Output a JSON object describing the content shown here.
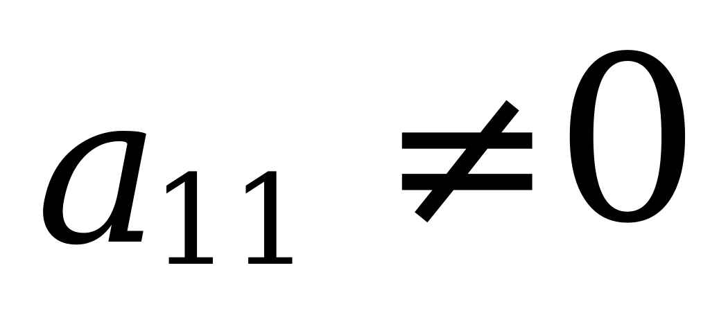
{
  "formula": {
    "variable": "a",
    "subscript": "11",
    "relation": "≠",
    "value": "0"
  }
}
